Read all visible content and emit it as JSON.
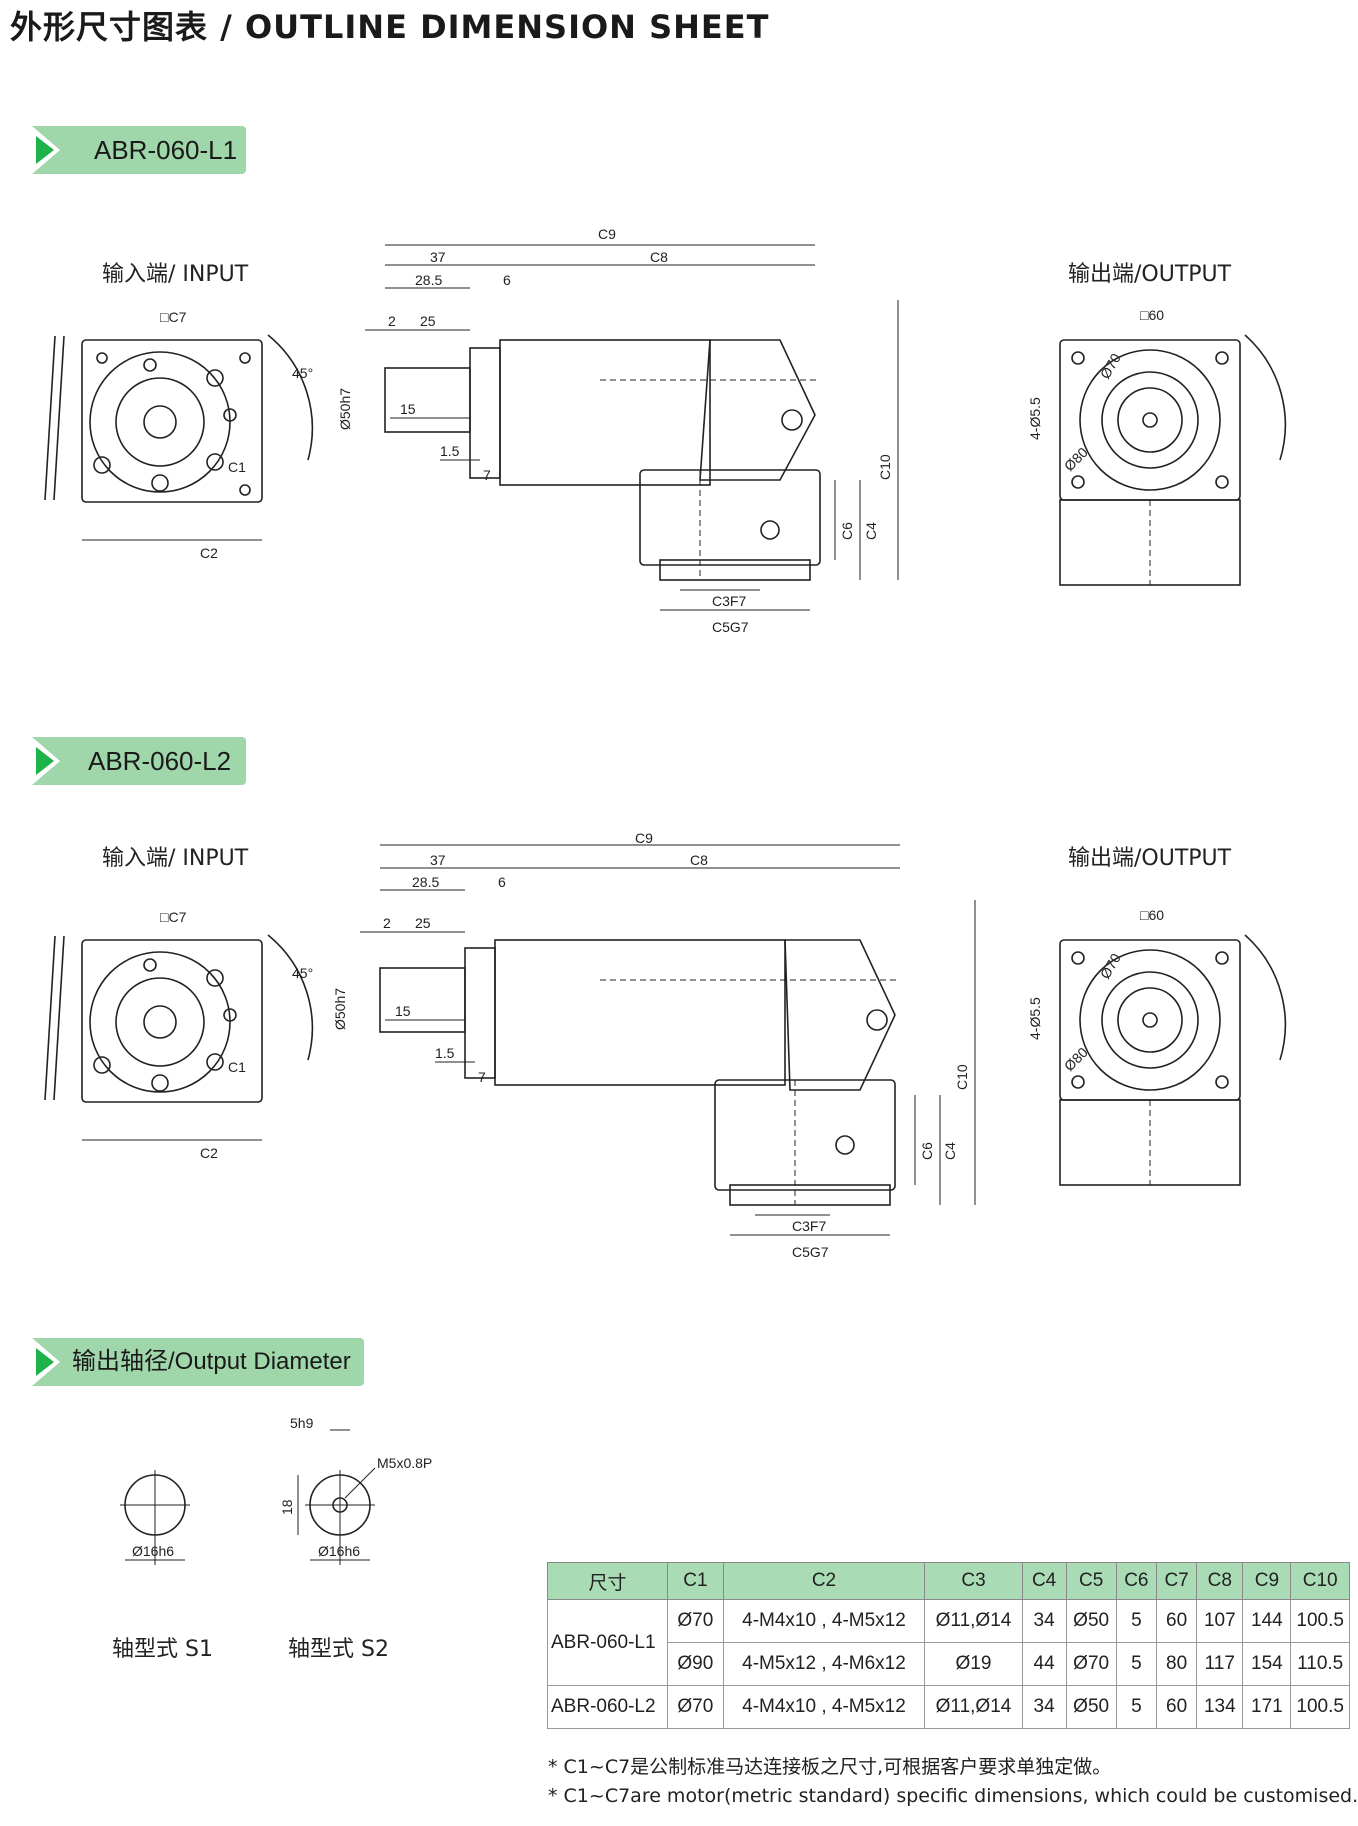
{
  "title": "外形尺寸图表 / OUTLINE DIMENSION SHEET",
  "sections": {
    "l1": {
      "label": "ABR-060-L1"
    },
    "l2": {
      "label": "ABR-060-L2"
    },
    "shaft": {
      "label": "输出轴径/Output Diameter"
    }
  },
  "views": {
    "input": "输入端/ INPUT",
    "output": "输出端/OUTPUT"
  },
  "dims": {
    "c7": "□C7",
    "c9": "C9",
    "c8": "C8",
    "d37": "37",
    "d28_5": "28.5",
    "d6": "6",
    "d2": "2",
    "d25": "25",
    "d15": "15",
    "d1_5": "1.5",
    "d7": "7",
    "phi50": "Ø50h7",
    "c10": "C10",
    "c6": "C6",
    "c4": "C4",
    "c3": "C3F7",
    "c5": "C5G7",
    "c1": "C1",
    "c2": "C2",
    "a45": "45°",
    "out_sq": "□60",
    "out_holes": "4-Ø5.5",
    "out_phi70": "Ø70",
    "out_phi80": "Ø80"
  },
  "shafts": {
    "s1": {
      "label": "轴型式 S1",
      "dia": "Ø16h6"
    },
    "s2": {
      "label": "轴型式 S2",
      "dia": "Ø16h6",
      "key": "5h9",
      "height": "18",
      "thread": "M5x0.8P"
    }
  },
  "table": {
    "headers": [
      "尺寸",
      "C1",
      "C2",
      "C3",
      "C4",
      "C5",
      "C6",
      "C7",
      "C8",
      "C9",
      "C10"
    ],
    "rows": [
      {
        "model": "ABR-060-L1",
        "values": [
          "Ø70",
          "4-M4x10 , 4-M5x12",
          "Ø11,Ø14",
          "34",
          "Ø50",
          "5",
          "60",
          "107",
          "144",
          "100.5"
        ]
      },
      {
        "model": "",
        "values": [
          "Ø90",
          "4-M5x12 , 4-M6x12",
          "Ø19",
          "44",
          "Ø70",
          "5",
          "80",
          "117",
          "154",
          "110.5"
        ]
      },
      {
        "model": "ABR-060-L2",
        "values": [
          "Ø70",
          "4-M4x10 , 4-M5x12",
          "Ø11,Ø14",
          "34",
          "Ø50",
          "5",
          "60",
          "134",
          "171",
          "100.5"
        ]
      }
    ]
  },
  "notes": [
    "* C1~C7是公制标准马达连接板之尺寸,可根据客户要求单独定做。",
    "* C1~C7are motor(metric standard)  specific dimensions, which could be customised."
  ]
}
